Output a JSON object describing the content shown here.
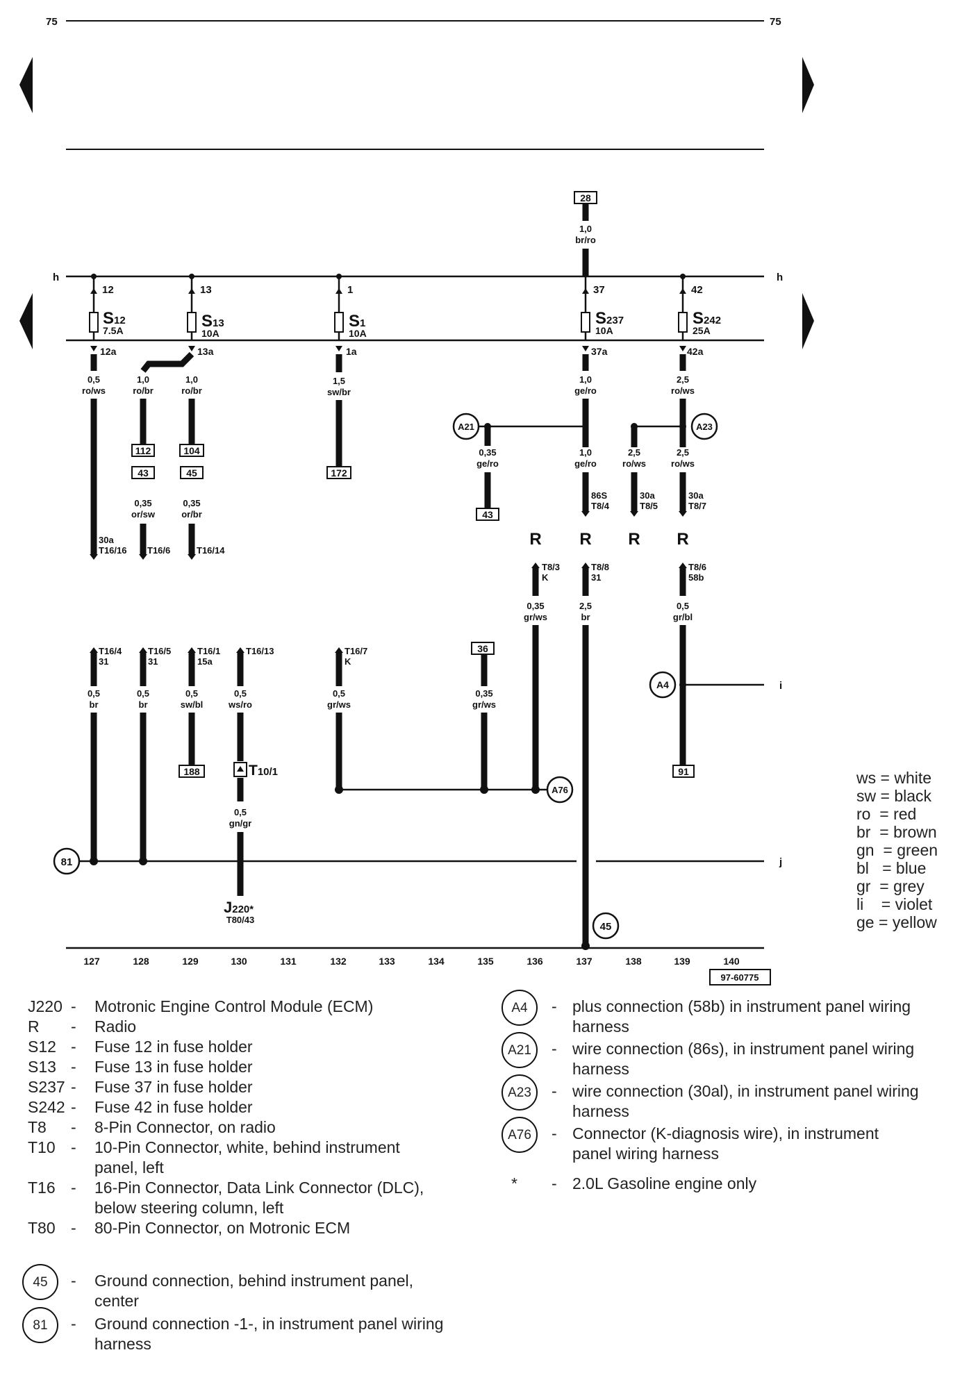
{
  "page": {
    "number_left": "75",
    "number_right": "75",
    "drawing_id": "97-60775"
  },
  "rails": {
    "top_left": "h",
    "top_right": "h",
    "i": "i",
    "j": "j"
  },
  "fuses": [
    {
      "id": "S12",
      "main": "S",
      "sub": "12",
      "rating": "7.5A",
      "in_pin": "12",
      "out_pin": "12a"
    },
    {
      "id": "S13",
      "main": "S",
      "sub": "13",
      "rating": "10A",
      "in_pin": "13",
      "out_pin": "13a"
    },
    {
      "id": "S1",
      "main": "S",
      "sub": "1",
      "rating": "10A",
      "in_pin": "1",
      "out_pin": "1a"
    },
    {
      "id": "S237",
      "main": "S",
      "sub": "237",
      "rating": "10A",
      "in_pin": "37",
      "out_pin": "37a"
    },
    {
      "id": "S242",
      "main": "S",
      "sub": "242",
      "rating": "25A",
      "in_pin": "42",
      "out_pin": "42a"
    }
  ],
  "labels": {
    "ref28": "28",
    "w28_size": "1,0",
    "w28_color": "br/ro",
    "w127_size": "0,5",
    "w127_color": "ro/ws",
    "w128_size": "1,0",
    "w128_color": "ro/br",
    "w129_size": "1,0",
    "w129_color": "ro/br",
    "w132_size": "1,5",
    "w132_color": "sw/br",
    "w137_size": "1,0",
    "w137_color": "ge/ro",
    "w139_size": "2,5",
    "w139_color": "ro/ws",
    "ref112": "112",
    "ref104": "104",
    "ref43a": "43",
    "ref45": "45",
    "ref172": "172",
    "w128b_size": "0,35",
    "w128b_color": "or/sw",
    "w129b_size": "0,35",
    "w129b_color": "or/br",
    "t16_16_a": "30a",
    "t16_16_b": "T16/16",
    "t16_6": "T16/6",
    "t16_14": "T16/14",
    "a21": "A21",
    "a23": "A23",
    "w135_size": "0,35",
    "w135_color": "ge/ro",
    "ref43b": "43",
    "w137b_size": "1,0",
    "w137b_color": "ge/ro",
    "w138_size": "2,5",
    "w138_color": "ro/ws",
    "w139b_size": "2,5",
    "w139b_color": "ro/ws",
    "t8_4_a": "86S",
    "t8_4_b": "T8/4",
    "t8_5_a": "30a",
    "t8_5_b": "T8/5",
    "t8_7_a": "30a",
    "t8_7_b": "T8/7",
    "radio": "R",
    "t8_3_a": "T8/3",
    "t8_3_b": "K",
    "t8_8_a": "T8/8",
    "t8_8_b": "31",
    "t8_6_a": "T8/6",
    "t8_6_b": "58b",
    "w136_size": "0,35",
    "w136_color": "gr/ws",
    "w137c_size": "2,5",
    "w137c_color": "br",
    "w139c_size": "0,5",
    "w139c_color": "gr/bl",
    "t16_4_a": "T16/4",
    "t16_4_b": "31",
    "t16_5_a": "T16/5",
    "t16_5_b": "31",
    "t16_1_a": "T16/1",
    "t16_1_b": "15a",
    "t16_13": "T16/13",
    "t16_7_a": "T16/7",
    "t16_7_b": "K",
    "ref36": "36",
    "w127c_size": "0,5",
    "w127c_color": "br",
    "w128c_size": "0,5",
    "w128c_color": "br",
    "w129c_size": "0,5",
    "w129c_color": "sw/bl",
    "w130_size": "0,5",
    "w130_color": "ws/ro",
    "w132c_size": "0,5",
    "w132c_color": "gr/ws",
    "w135c_size": "0,35",
    "w135c_color": "gr/ws",
    "a4": "A4",
    "ref188": "188",
    "ref91": "91",
    "t10_main": "T",
    "t10_sub": "10/1",
    "a76": "A76",
    "w130b_size": "0,5",
    "w130b_color": "gn/gr",
    "g81": "81",
    "g45": "45",
    "j220_main": "J",
    "j220_sub": "220*",
    "t80": "T80/43"
  },
  "tracks": [
    "127",
    "128",
    "129",
    "130",
    "131",
    "132",
    "133",
    "134",
    "135",
    "136",
    "137",
    "138",
    "139",
    "140"
  ],
  "color_key": [
    {
      "code": "ws",
      "name": "white"
    },
    {
      "code": "sw",
      "name": "black"
    },
    {
      "code": "ro",
      "name": "red"
    },
    {
      "code": "br",
      "name": "brown"
    },
    {
      "code": "gn",
      "name": "green"
    },
    {
      "code": "bl",
      "name": "blue"
    },
    {
      "code": "gr",
      "name": "grey"
    },
    {
      "code": "li",
      "name": "violet"
    },
    {
      "code": "ge",
      "name": "yellow"
    }
  ],
  "legend_left": [
    {
      "code": "J220",
      "desc": "Motronic Engine Control Module (ECM)"
    },
    {
      "code": "R",
      "desc": "Radio"
    },
    {
      "code": "S12",
      "desc": "Fuse 12 in fuse holder"
    },
    {
      "code": "S13",
      "desc": "Fuse 13 in fuse holder"
    },
    {
      "code": "S237",
      "desc": "Fuse 37 in fuse holder"
    },
    {
      "code": "S242",
      "desc": "Fuse 42 in fuse holder"
    },
    {
      "code": "T8",
      "desc": "8-Pin Connector, on radio"
    },
    {
      "code": "T10",
      "desc": "10-Pin Connector, white, behind instrument panel, left"
    },
    {
      "code": "T16",
      "desc": "16-Pin Connector, Data Link Connector (DLC), below steering column, left"
    },
    {
      "code": "T80",
      "desc": "80-Pin Connector, on Motronic ECM"
    }
  ],
  "legend_ground": [
    {
      "code": "45",
      "desc": "Ground connection, behind instrument panel, center"
    },
    {
      "code": "81",
      "desc": "Ground connection -1-, in instrument panel wiring harness"
    }
  ],
  "legend_right": [
    {
      "code": "A4",
      "desc": "plus connection (58b) in instrument panel wiring harness"
    },
    {
      "code": "A21",
      "desc": "wire connection (86s), in instrument panel wiring harness"
    },
    {
      "code": "A23",
      "desc": "wire connection (30al), in instrument panel wiring harness"
    },
    {
      "code": "A76",
      "desc": "Connector (K-diagnosis wire), in instrument panel wiring harness"
    },
    {
      "code": "*",
      "desc": "2.0L Gasoline engine only"
    }
  ],
  "legend_dash": "-"
}
